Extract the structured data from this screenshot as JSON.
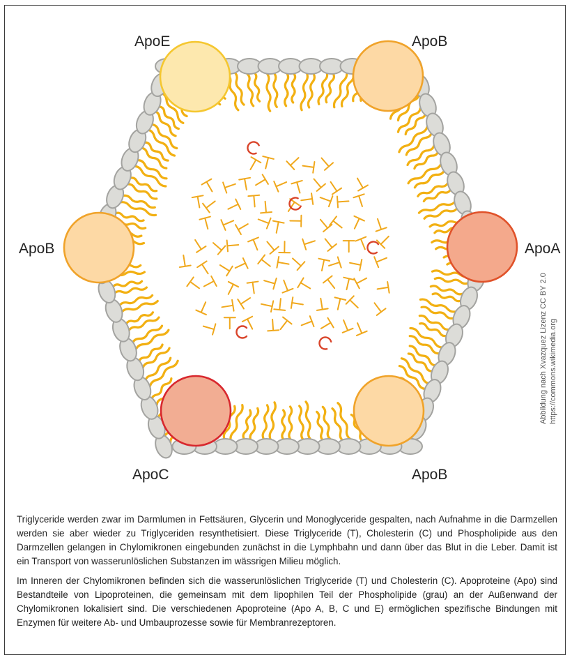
{
  "diagram": {
    "labels": {
      "apoe_top": "ApoE",
      "apob_top": "ApoB",
      "apob_left": "ApoB",
      "apoa_right": "ApoA",
      "apoc_bottom": "ApoC",
      "apob_bottom": "ApoB"
    },
    "legend_letters": {
      "triglyceride_glyph": "T",
      "cholesterol_glyph": "C"
    },
    "colors": {
      "phospholipid_head_fill": "#dcdcd8",
      "phospholipid_head_stroke": "#a3a3a0",
      "tail": "#f2b012",
      "triglyceride": "#f0a81c",
      "cholesterol": "#d9442a",
      "apob_fill": "#fdd9a5",
      "apob_stroke": "#f0a32a",
      "apoe_fill": "#fde8ae",
      "apoe_stroke": "#f5c730",
      "apoa_fill": "#f4a98c",
      "apoa_stroke": "#e0522a",
      "apoc_fill": "#f2ad93",
      "apoc_stroke": "#d8282e"
    }
  },
  "credit": {
    "line1": "Abbildung nach Xvazquez Lizenz CC BY 2.0",
    "line2": "https://commons.wikimedia.org"
  },
  "text": {
    "paragraph1": "Triglyceride werden zwar im Darmlumen in Fettsäuren, Glycerin und Monoglyceride gespalten, nach Aufnahme in die Darmzellen werden sie aber wieder zu Triglyceriden resynthetisiert. Diese Triglyceride (T), Cholesterin (C) und Phospholipide aus den Darmzellen gelangen in Chylomikronen eingebunden zunächst in die Lymphbahn und dann über das Blut in die Leber. Damit ist ein Transport von wasserunlöslichen Substanzen im wässrigen Milieu möglich.",
    "paragraph2": "Im Inneren der Chylomikronen befinden sich die wasserunlöslichen Triglyceride (T) und Cholesterin (C). Apoproteine (Apo) sind Bestandteile von Lipoproteinen, die gemeinsam mit dem lipophilen Teil der Phospholipide (grau) an der Außenwand der Chylomikronen lokalisiert sind. Die verschiedenen Apoproteine (Apo A, B, C und E) ermöglichen spezifische Bindungen mit Enzymen für weitere Ab- und Umbauprozesse sowie für Membranrezeptoren."
  }
}
